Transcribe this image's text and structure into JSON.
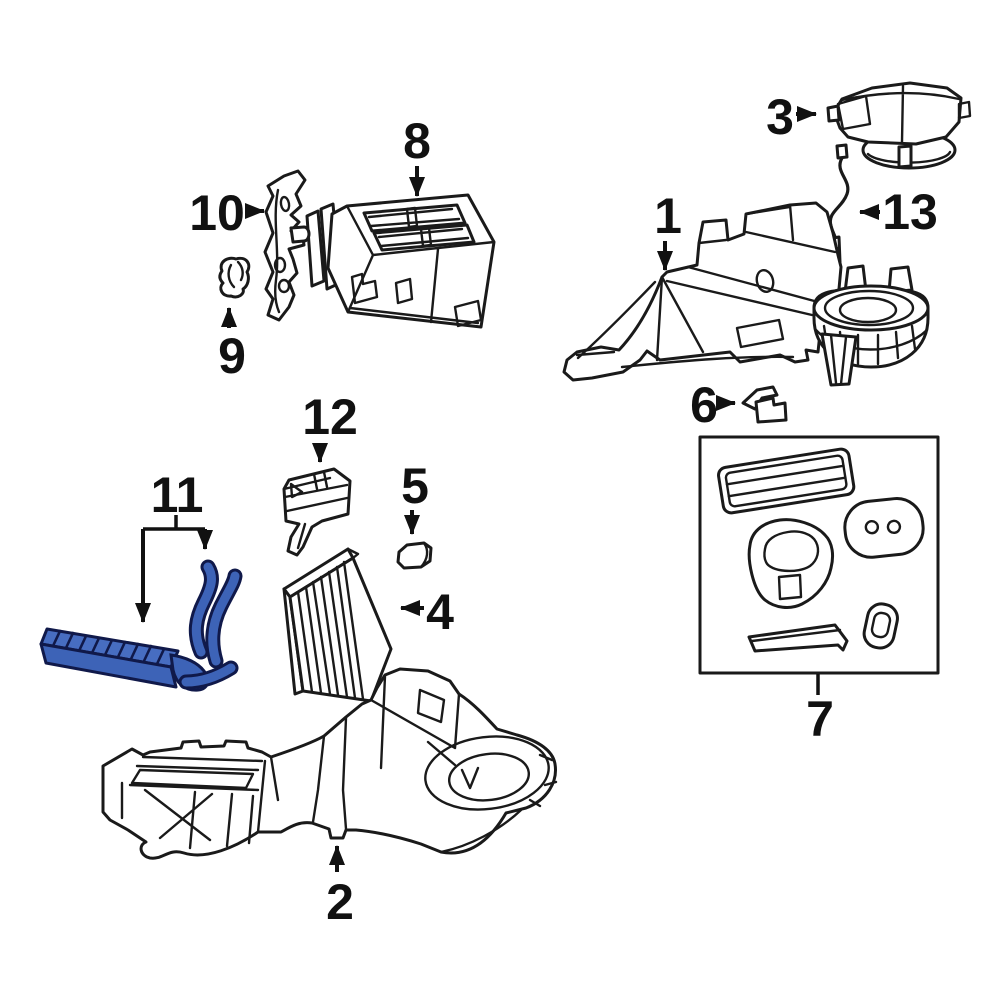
{
  "diagram": {
    "background": "#ffffff",
    "line_color": "#1a1a1a",
    "highlight": {
      "fill": "#3d63b7",
      "top_fill": "#476dc1",
      "outline": "#10194a"
    },
    "callouts": [
      {
        "label": "1"
      },
      {
        "label": "2"
      },
      {
        "label": "3"
      },
      {
        "label": "4"
      },
      {
        "label": "5"
      },
      {
        "label": "6"
      },
      {
        "label": "7"
      },
      {
        "label": "8"
      },
      {
        "label": "9"
      },
      {
        "label": "10"
      },
      {
        "label": "11"
      },
      {
        "label": "12"
      },
      {
        "label": "13"
      }
    ]
  }
}
